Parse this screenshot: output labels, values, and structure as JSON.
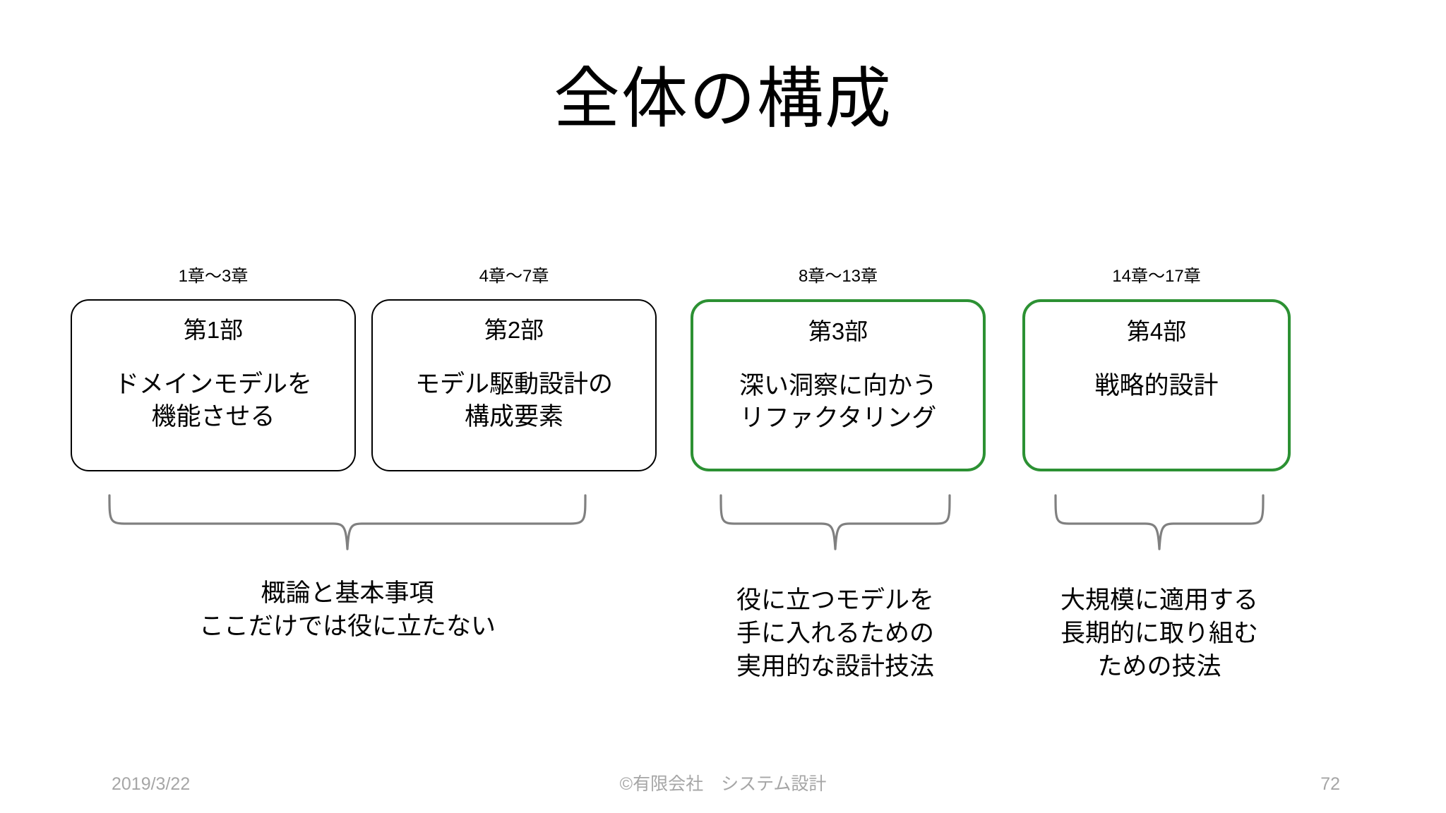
{
  "slide": {
    "title": "全体の構成",
    "accent_color": "#2c9133",
    "default_border_color": "#000000",
    "brace_color": "#808080",
    "footer_color": "#a6a6a6"
  },
  "parts": [
    {
      "chapter_range": "1章～3章",
      "heading": "第1部",
      "body": "ドメインモデルを\n機能させる",
      "highlighted": false
    },
    {
      "chapter_range": "4章～7章",
      "heading": "第2部",
      "body": "モデル駆動設計の\n構成要素",
      "highlighted": false
    },
    {
      "chapter_range": "8章～13章",
      "heading": "第3部",
      "body": "深い洞察に向かう\nリファクタリング",
      "highlighted": true
    },
    {
      "chapter_range": "14章～17章",
      "heading": "第4部",
      "body": "戦略的設計",
      "highlighted": true
    }
  ],
  "captions": [
    {
      "text": "概論と基本事項\nここだけでは役に立たない"
    },
    {
      "text": "役に立つモデルを\n手に入れるための\n実用的な設計技法"
    },
    {
      "text": "大規模に適用する\n長期的に取り組む\nための技法"
    }
  ],
  "footer": {
    "date": "2019/3/22",
    "copyright": "©有限会社　システム設計",
    "page_number": "72"
  }
}
